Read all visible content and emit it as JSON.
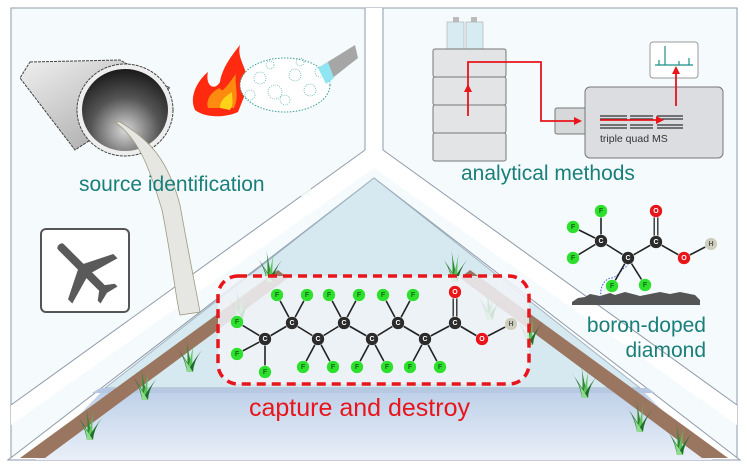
{
  "panels": {
    "top_left": {
      "label": "source identification"
    },
    "top_right": {
      "label": "analytical methods",
      "instrument_label": "triple quad MS"
    },
    "bottom_right": {
      "label_line1": "boron-doped",
      "label_line2": "diamond"
    },
    "center": {
      "label": "capture and destroy"
    }
  },
  "icons": {
    "pipe": "pipe-discharge-icon",
    "fire": "fire-foam-extinguisher-icon",
    "airplane": "airplane-icon",
    "lc": "liquid-chromatograph-icon",
    "ms": "mass-spectrometer-icon",
    "spectrum": "mass-spectrum-icon"
  },
  "molecules": {
    "pfoa": {
      "carbon_label": "C",
      "fluorine_label": "F",
      "oxygen_label": "O",
      "hydrogen_label": "H"
    },
    "small_acid": {
      "carbon_label": "C",
      "fluorine_label": "F",
      "oxygen_label": "O",
      "hydrogen_label": "H"
    }
  },
  "colors": {
    "teal_text": "#1a7f7a",
    "red_accent": "#e8151b",
    "fluorine": "#2ee02e",
    "carbon": "#2b2b2b",
    "oxygen": "#e8151b",
    "hydrogen": "#cfcfbf",
    "panel_bg": "#f5fbfc",
    "water": "#c9d8ec",
    "grass": "#2f8a2f",
    "soil": "#9a7560"
  }
}
